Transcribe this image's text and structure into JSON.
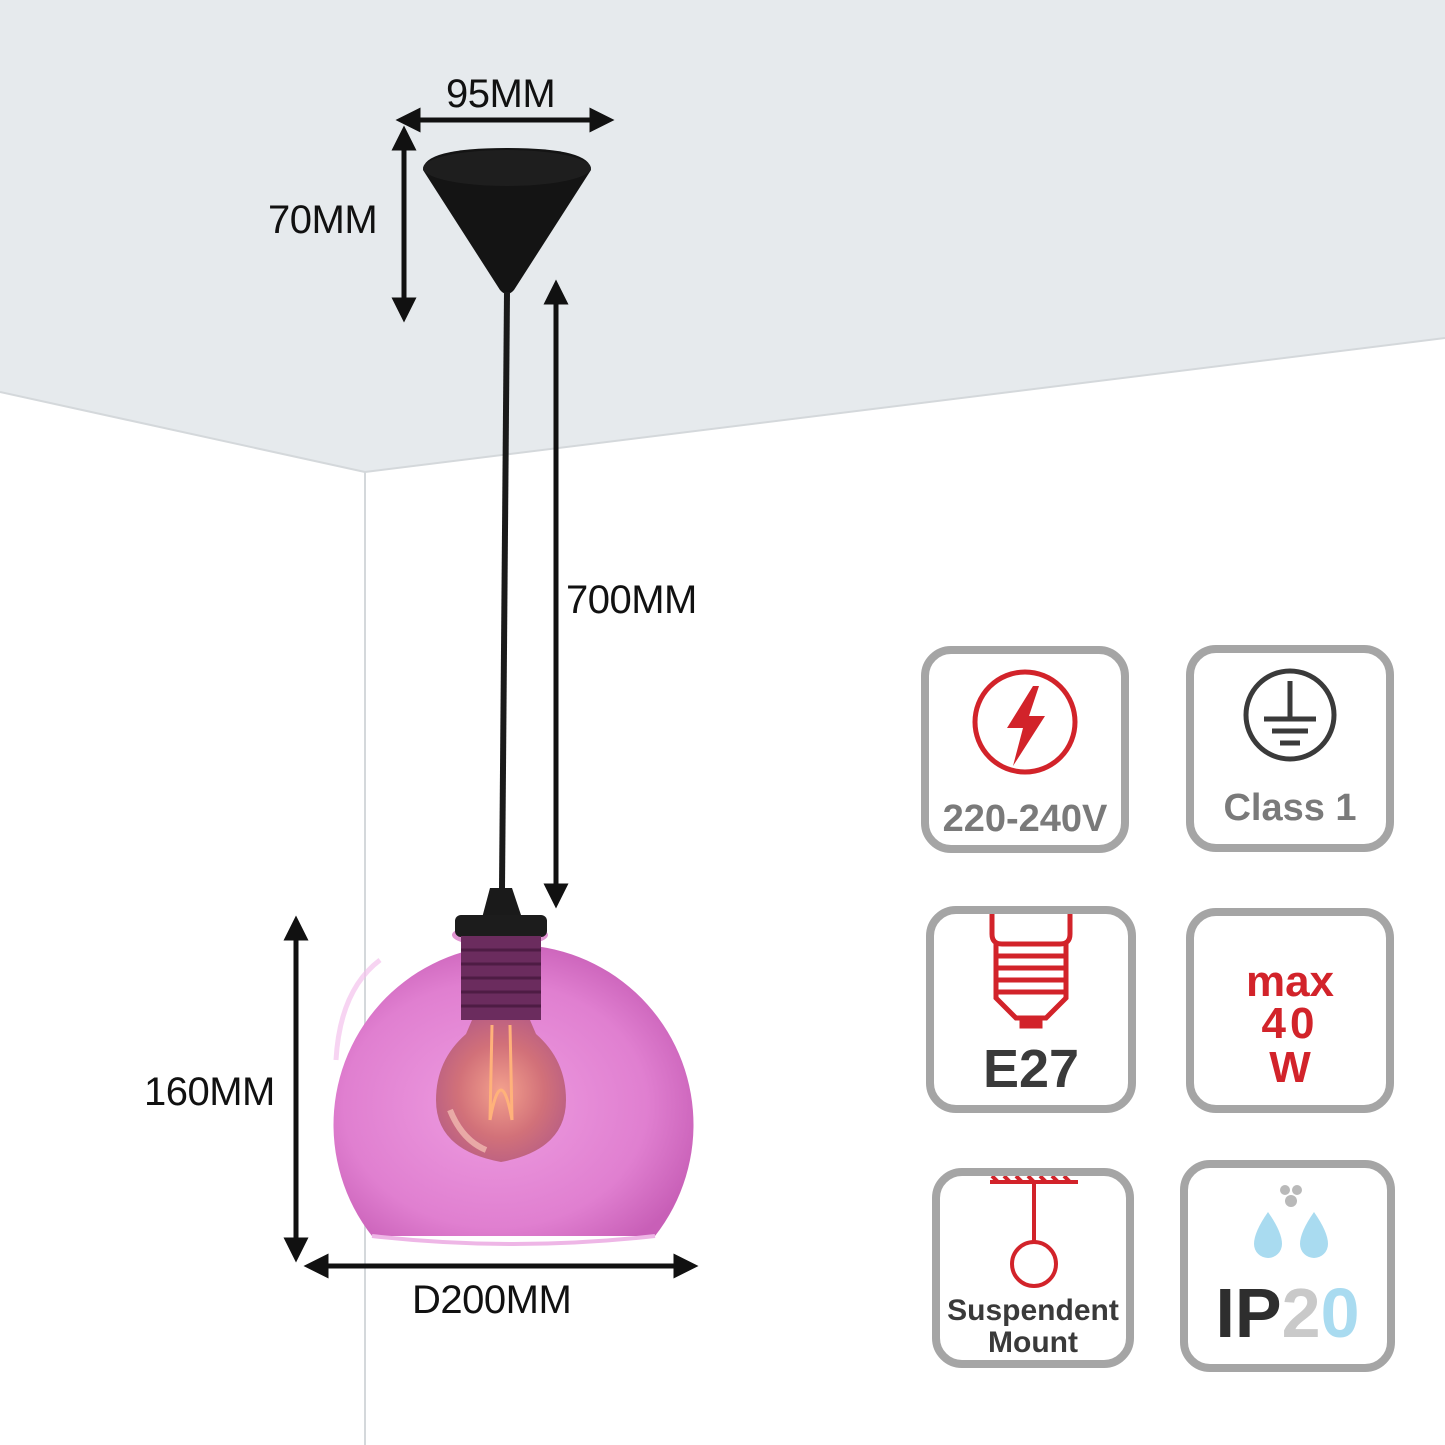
{
  "dimensions": {
    "canopy_width": "95MM",
    "canopy_height": "70MM",
    "cord_length": "700MM",
    "shade_height": "160MM",
    "shade_diameter": "D200MM"
  },
  "specs": {
    "voltage": "220-240V",
    "class": "Class 1",
    "base": "E27",
    "wattage": {
      "line1": "max",
      "line2": "40",
      "line3": "W"
    },
    "mount": {
      "line1": "Suspendent",
      "line2": "Mount"
    },
    "ip": {
      "prefix": "IP",
      "digit1": "2",
      "digit2": "0"
    }
  },
  "colors": {
    "ceiling": "#e6eaed",
    "shade": "#e07fd0",
    "accent_red": "#d2232a",
    "icon_gray": "#7a7a7a",
    "water_blue": "#a9dbf0",
    "badge_border": "#a5a5a5"
  }
}
